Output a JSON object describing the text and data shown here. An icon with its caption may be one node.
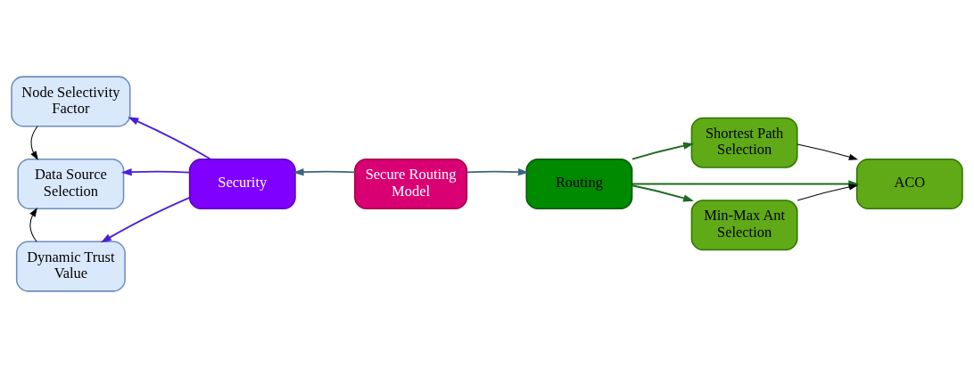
{
  "diagram": {
    "nodes": [
      {
        "text": [
          "Secure Routing Model"
        ]
      },
      {
        "text": [
          "Security"
        ]
      },
      {
        "text": [
          "Routing"
        ]
      },
      {
        "text": [
          "Node Selectivity Factor"
        ]
      },
      {
        "text": [
          "Data Source Selection"
        ]
      },
      {
        "text": [
          "Dynamic Trust Value"
        ]
      },
      {
        "text": [
          "Shortest Path Selection"
        ]
      },
      {
        "text": [
          "ACO"
        ]
      },
      {
        "text": [
          "Min-Max Ant Selection"
        ]
      }
    ],
    "edges": [
      {
        "from": 0,
        "to": 1,
        "arrow": "to",
        "color": "#3a6580"
      },
      {
        "from": 0,
        "to": 2,
        "arrow": "to",
        "color": "#3a6580"
      },
      {
        "from": 1,
        "to": 3,
        "arrow": "to",
        "color": "#4c1fd6"
      },
      {
        "from": 1,
        "to": 4,
        "arrow": "to",
        "color": "#4c1fd6"
      },
      {
        "from": 1,
        "to": 5,
        "arrow": "to",
        "color": "#4c1fd6"
      },
      {
        "from": 3,
        "to": 4,
        "arrow": "to"
      },
      {
        "from": 5,
        "to": 4,
        "arrow": "to"
      },
      {
        "from": 2,
        "to": 6,
        "arrow": "to",
        "color": "#1d6b1d"
      },
      {
        "from": 2,
        "to": 7,
        "arrow": "to",
        "color": "#1d6b1d"
      },
      {
        "from": 2,
        "to": 8,
        "arrow": "to",
        "color": "#1d6b1d"
      },
      {
        "from": 6,
        "to": 7,
        "arrow": "to"
      },
      {
        "from": 8,
        "to": 7,
        "arrow": "to"
      }
    ]
  }
}
